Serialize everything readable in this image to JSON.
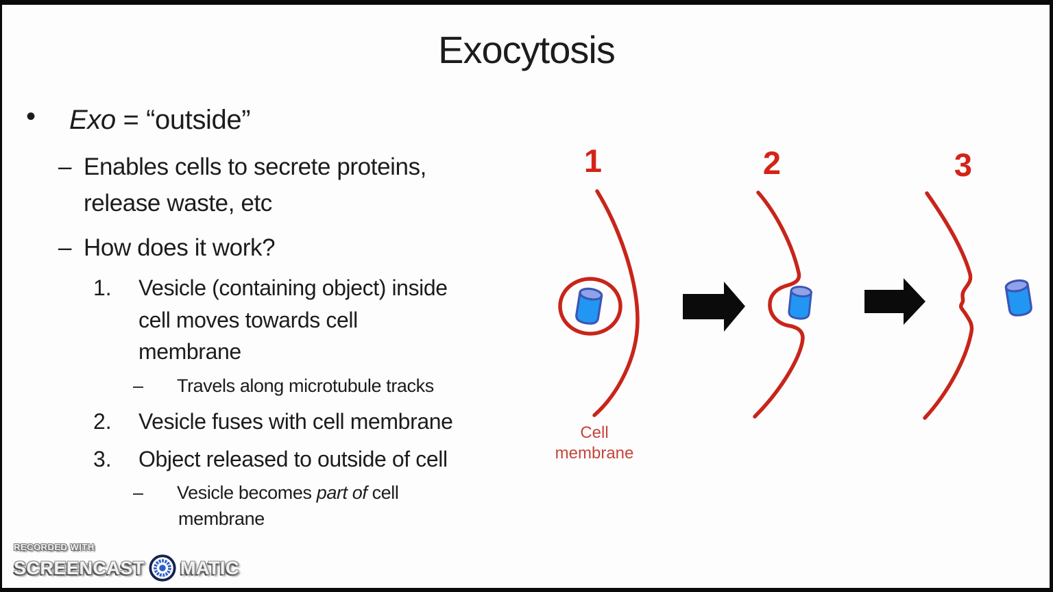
{
  "slide": {
    "title": "Exocytosis",
    "bullet_symbol": "•",
    "dash": "–",
    "exo_term": "Exo",
    "exo_rest": " = “outside”",
    "sub1_line1": "Enables cells to secrete proteins,",
    "sub1_line2": "release waste, etc",
    "sub2": "How does it work?",
    "step1_num": "1.",
    "step1_line1": "Vesicle (containing object) inside",
    "step1_line2": "cell moves towards cell",
    "step1_line3": "membrane",
    "step1_sub": "Travels along microtubule tracks",
    "step2_num": "2.",
    "step2_text": "Vesicle fuses with cell membrane",
    "step3_num": "3.",
    "step3_text": "Object released to outside of cell",
    "step3_sub_pre": "Vesicle becomes ",
    "step3_sub_italic": "part of",
    "step3_sub_post": " cell",
    "step3_sub_line2": "membrane"
  },
  "diagram": {
    "stage1_label": "1",
    "stage2_label": "2",
    "stage3_label": "3",
    "membrane_label_line1": "Cell",
    "membrane_label_line2": "membrane",
    "colors": {
      "membrane_red": "#c8251a",
      "number_red": "#d42318",
      "label_red": "#c4453a",
      "vesicle_fill": "#2196f3",
      "vesicle_border": "#3c55b5",
      "vesicle_top": "#8fa3e8",
      "arrow_black": "#0b0b0b"
    }
  },
  "watermark": {
    "recorded_with": "RECORDED WITH",
    "brand_left": "SCREENCAST",
    "brand_right": "MATIC"
  }
}
